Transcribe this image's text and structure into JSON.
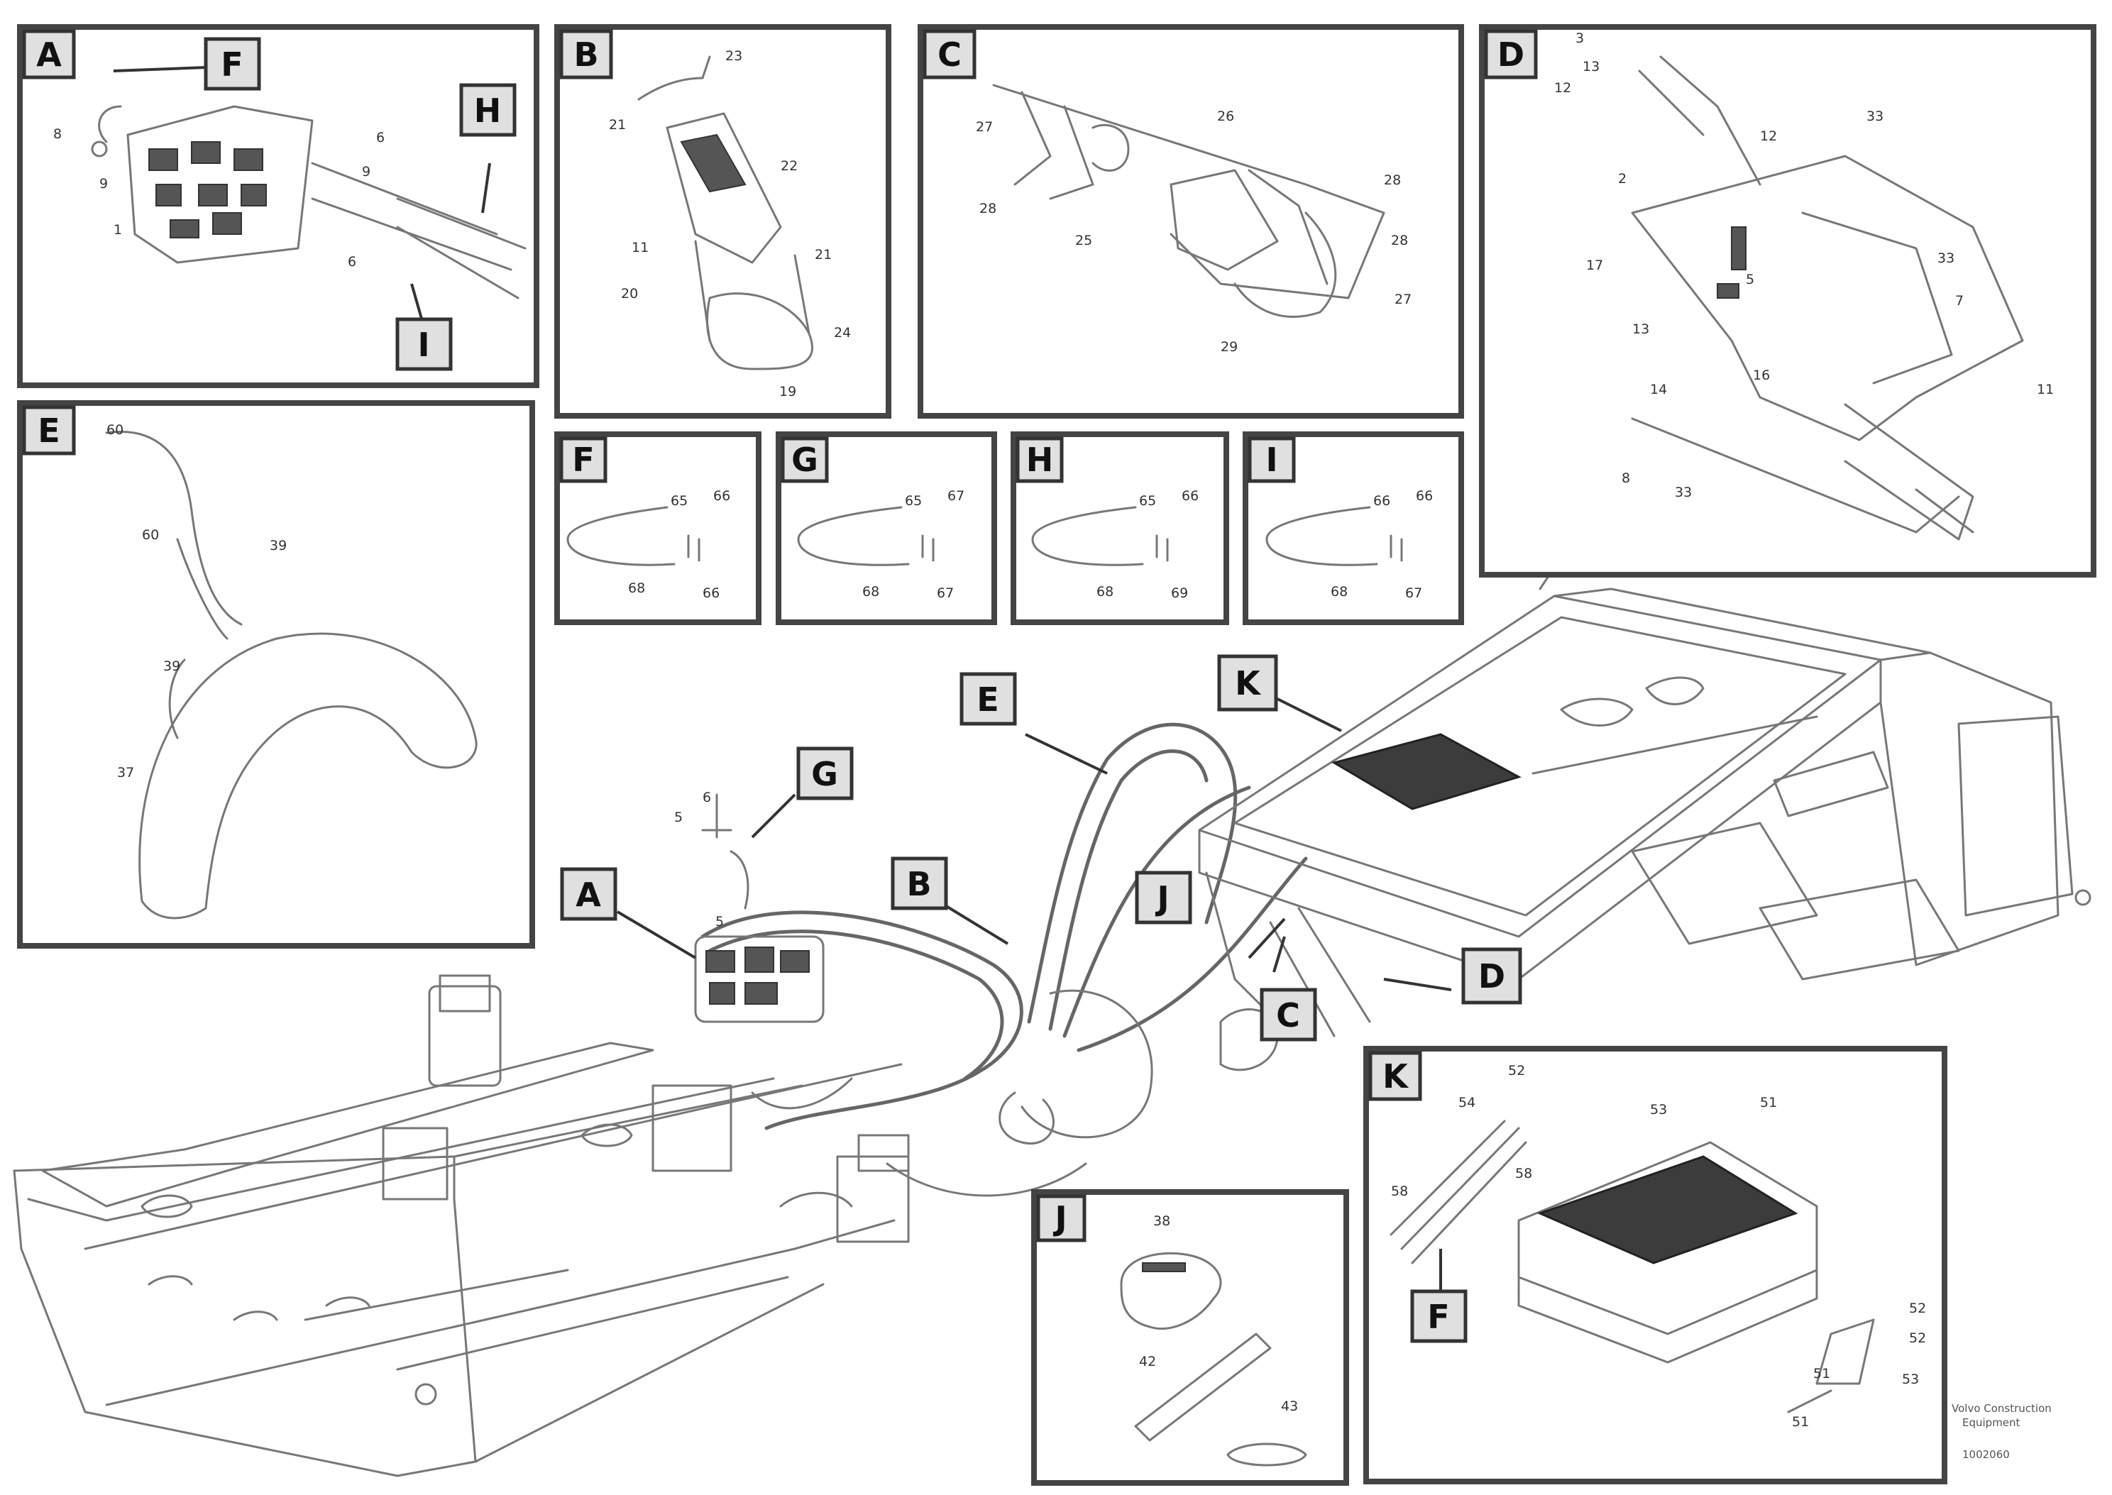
{
  "diagram": {
    "panels": {
      "A": {
        "label": "A",
        "callouts": [
          "F",
          "H",
          "I"
        ],
        "numbers": [
          "8",
          "9",
          "9",
          "6",
          "1",
          "6"
        ]
      },
      "B": {
        "label": "B",
        "numbers": [
          "23",
          "21",
          "22",
          "11",
          "21",
          "20",
          "24",
          "19"
        ]
      },
      "C": {
        "label": "C",
        "numbers": [
          "27",
          "28",
          "26",
          "25",
          "28",
          "28",
          "27",
          "29"
        ]
      },
      "D": {
        "label": "D",
        "numbers": [
          "3",
          "12",
          "13",
          "2",
          "33",
          "12",
          "17",
          "33",
          "5",
          "13",
          "16",
          "14",
          "7",
          "11",
          "8",
          "33"
        ]
      },
      "E": {
        "label": "E",
        "numbers": [
          "60",
          "60",
          "39",
          "39",
          "37"
        ]
      },
      "F": {
        "label": "F",
        "numbers": [
          "65",
          "66",
          "68",
          "66"
        ]
      },
      "G": {
        "label": "G",
        "numbers": [
          "65",
          "67",
          "68",
          "67"
        ]
      },
      "H": {
        "label": "H",
        "numbers": [
          "65",
          "66",
          "68",
          "69"
        ]
      },
      "I": {
        "label": "I",
        "numbers": [
          "66",
          "66",
          "68",
          "67"
        ]
      },
      "J": {
        "label": "J",
        "numbers": [
          "38",
          "42",
          "43"
        ]
      },
      "K": {
        "label": "K",
        "callouts": [
          "F"
        ],
        "numbers": [
          "52",
          "54",
          "53",
          "51",
          "58",
          "58",
          "52",
          "51",
          "52",
          "53",
          "51"
        ]
      }
    },
    "main_callouts": [
      "A",
      "B",
      "C",
      "D",
      "E",
      "G",
      "J",
      "K"
    ],
    "main_numbers": [
      "5",
      "6",
      "5"
    ],
    "reference": {
      "line1": "Volvo Construction",
      "line2": "Equipment",
      "code": "1002060"
    }
  }
}
